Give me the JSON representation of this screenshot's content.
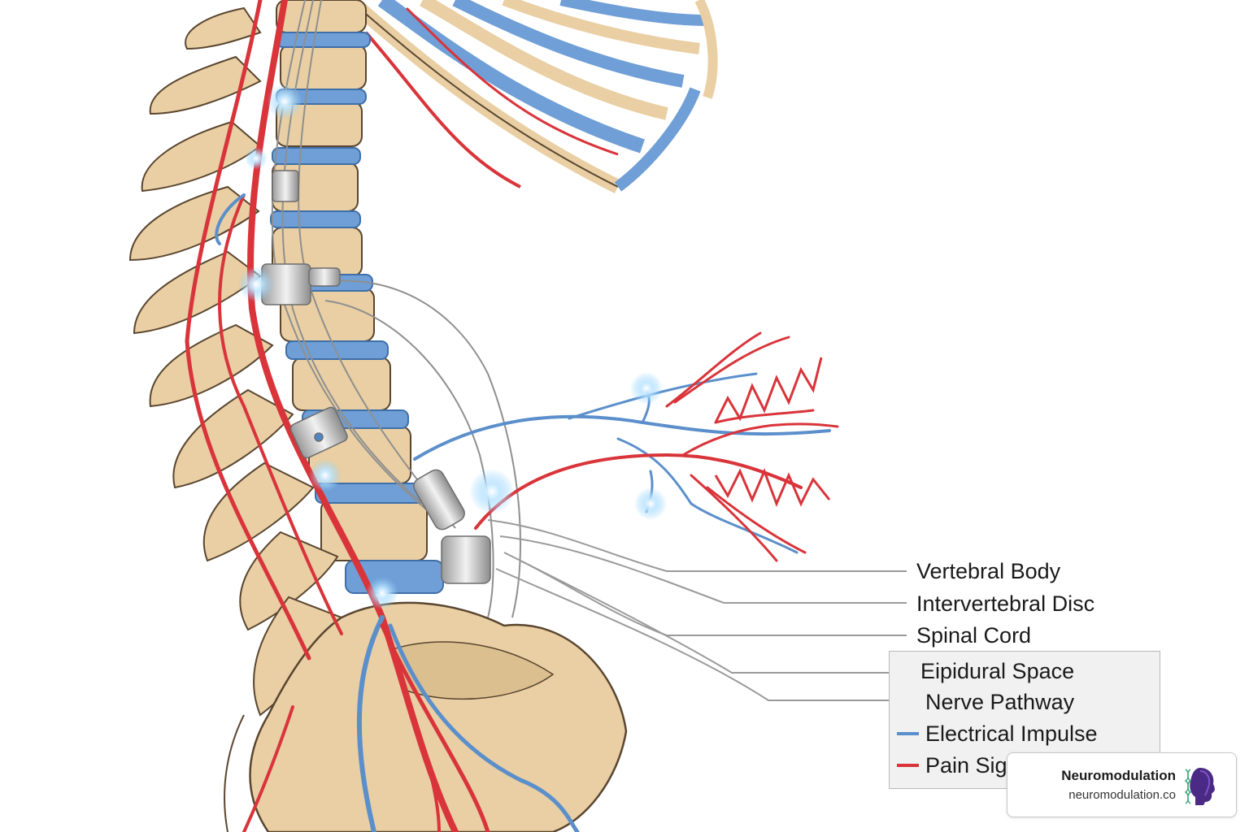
{
  "labels": {
    "vertebral_body": "Vertebral Body",
    "intervertebral_disc": "Intervertebral Disc",
    "spinal_cord": "Spinal Cord",
    "epidural_space": "Eipidural Space",
    "nerve_pathway": "Nerve Pathway"
  },
  "legend": {
    "electrical_impulse": "Electrical Impulse",
    "pain_signal": "Pain Sig"
  },
  "brand": {
    "name": "Neuromodulation",
    "url": "neuromodulation.co"
  },
  "colors": {
    "bone": "#e9cfa3",
    "bone_outline": "#5a4630",
    "disc": "#6f9fd6",
    "nerve_blue": "#5b8fcb",
    "pain_red": "#d9343a",
    "lead_wire": "#8f8f8f",
    "glow": "#bfe6ff"
  }
}
